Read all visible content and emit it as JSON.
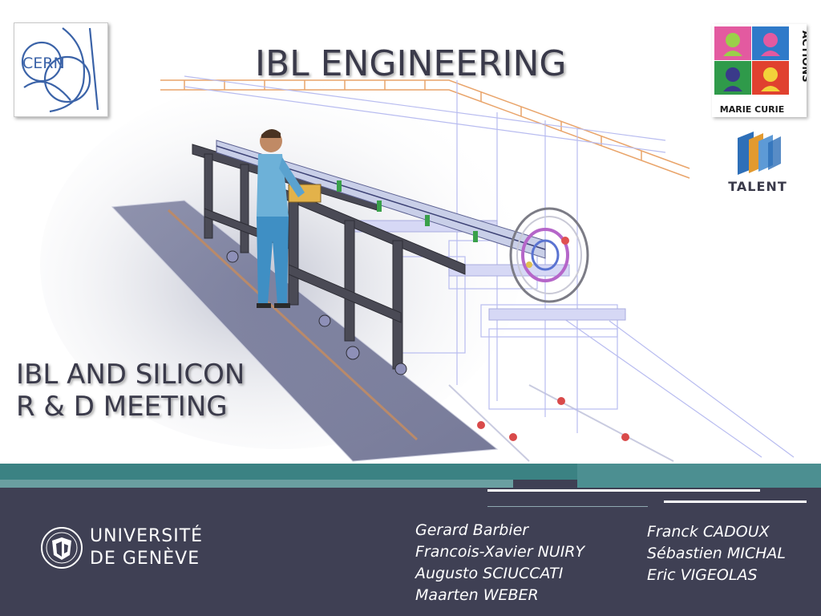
{
  "slide": {
    "title": "IBL ENGINEERING",
    "subtitle_lines": [
      "IBL AND SILICON",
      "R & D MEETING"
    ]
  },
  "logos": {
    "cern": "CERN",
    "marie_curie": {
      "main": "MARIE CURIE",
      "side": "ACTIONS"
    },
    "talent": "TALENT",
    "university": [
      "UNIVERSITÉ",
      "DE GENÈVE"
    ]
  },
  "authors": {
    "left": [
      "Gerard Barbier",
      "Francois-Xavier NUIRY",
      "Augusto SCIUCCATI",
      "Maarten WEBER"
    ],
    "right": [
      "Franck CADOUX",
      "Sébastien MICHAL",
      "Eric VIGEOLAS"
    ]
  },
  "colors": {
    "footer": "#3f4054",
    "accent_teal": "#3b8283",
    "title_text": "#3a3a4a"
  }
}
